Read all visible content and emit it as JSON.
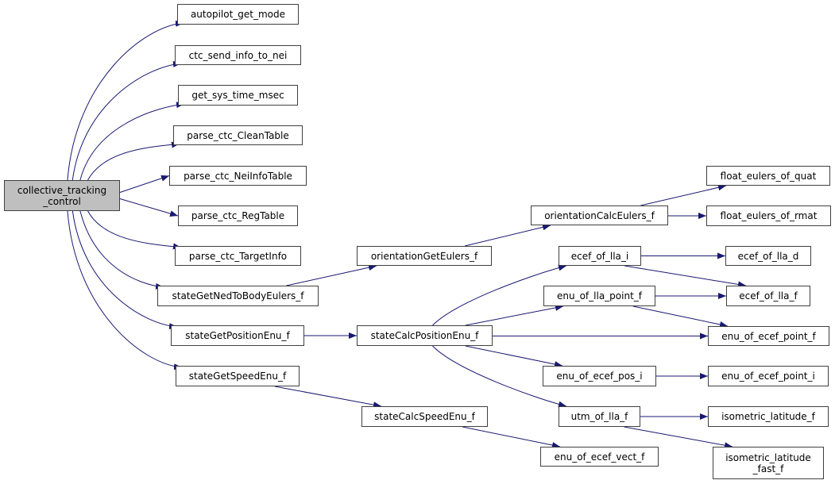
{
  "colors": {
    "edge": "#191970",
    "root_fill": "#bfbfbf",
    "node_border": "#404040"
  },
  "nodes": {
    "root": "collective_tracking\n_control",
    "autopilot_get_mode": "autopilot_get_mode",
    "ctc_send_info_to_nei": "ctc_send_info_to_nei",
    "get_sys_time_msec": "get_sys_time_msec",
    "parse_ctc_CleanTable": "parse_ctc_CleanTable",
    "parse_ctc_NeiInfoTable": "parse_ctc_NeiInfoTable",
    "parse_ctc_RegTable": "parse_ctc_RegTable",
    "parse_ctc_TargetInfo": "parse_ctc_TargetInfo",
    "stateGetNedToBodyEulers_f": "stateGetNedToBodyEulers_f",
    "stateGetPositionEnu_f": "stateGetPositionEnu_f",
    "stateGetSpeedEnu_f": "stateGetSpeedEnu_f",
    "orientationGetEulers_f": "orientationGetEulers_f",
    "stateCalcPositionEnu_f": "stateCalcPositionEnu_f",
    "stateCalcSpeedEnu_f": "stateCalcSpeedEnu_f",
    "orientationCalcEulers_f": "orientationCalcEulers_f",
    "float_eulers_of_quat": "float_eulers_of_quat",
    "float_eulers_of_rmat": "float_eulers_of_rmat",
    "ecef_of_lla_i": "ecef_of_lla_i",
    "ecef_of_lla_d": "ecef_of_lla_d",
    "enu_of_lla_point_f": "enu_of_lla_point_f",
    "ecef_of_lla_f": "ecef_of_lla_f",
    "enu_of_ecef_point_f": "enu_of_ecef_point_f",
    "enu_of_ecef_pos_i": "enu_of_ecef_pos_i",
    "enu_of_ecef_point_i": "enu_of_ecef_point_i",
    "utm_of_lla_f": "utm_of_lla_f",
    "isometric_latitude_f": "isometric_latitude_f",
    "isometric_latitude_fast_f": "isometric_latitude\n_fast_f",
    "enu_of_ecef_vect_f": "enu_of_ecef_vect_f"
  },
  "edges": [
    [
      "root",
      "autopilot_get_mode"
    ],
    [
      "root",
      "ctc_send_info_to_nei"
    ],
    [
      "root",
      "get_sys_time_msec"
    ],
    [
      "root",
      "parse_ctc_CleanTable"
    ],
    [
      "root",
      "parse_ctc_NeiInfoTable"
    ],
    [
      "root",
      "parse_ctc_RegTable"
    ],
    [
      "root",
      "parse_ctc_TargetInfo"
    ],
    [
      "root",
      "stateGetNedToBodyEulers_f"
    ],
    [
      "root",
      "stateGetPositionEnu_f"
    ],
    [
      "root",
      "stateGetSpeedEnu_f"
    ],
    [
      "stateGetNedToBodyEulers_f",
      "orientationGetEulers_f"
    ],
    [
      "orientationGetEulers_f",
      "orientationCalcEulers_f"
    ],
    [
      "orientationCalcEulers_f",
      "float_eulers_of_quat"
    ],
    [
      "orientationCalcEulers_f",
      "float_eulers_of_rmat"
    ],
    [
      "stateGetPositionEnu_f",
      "stateCalcPositionEnu_f"
    ],
    [
      "stateCalcPositionEnu_f",
      "ecef_of_lla_i"
    ],
    [
      "stateCalcPositionEnu_f",
      "enu_of_lla_point_f"
    ],
    [
      "stateCalcPositionEnu_f",
      "enu_of_ecef_point_f"
    ],
    [
      "stateCalcPositionEnu_f",
      "enu_of_ecef_pos_i"
    ],
    [
      "stateCalcPositionEnu_f",
      "utm_of_lla_f"
    ],
    [
      "ecef_of_lla_i",
      "ecef_of_lla_d"
    ],
    [
      "ecef_of_lla_i",
      "ecef_of_lla_f"
    ],
    [
      "enu_of_lla_point_f",
      "ecef_of_lla_f"
    ],
    [
      "enu_of_lla_point_f",
      "enu_of_ecef_point_f"
    ],
    [
      "enu_of_ecef_pos_i",
      "enu_of_ecef_point_i"
    ],
    [
      "utm_of_lla_f",
      "isometric_latitude_f"
    ],
    [
      "utm_of_lla_f",
      "isometric_latitude_fast_f"
    ],
    [
      "stateGetSpeedEnu_f",
      "stateCalcSpeedEnu_f"
    ],
    [
      "stateCalcSpeedEnu_f",
      "enu_of_ecef_vect_f"
    ]
  ]
}
